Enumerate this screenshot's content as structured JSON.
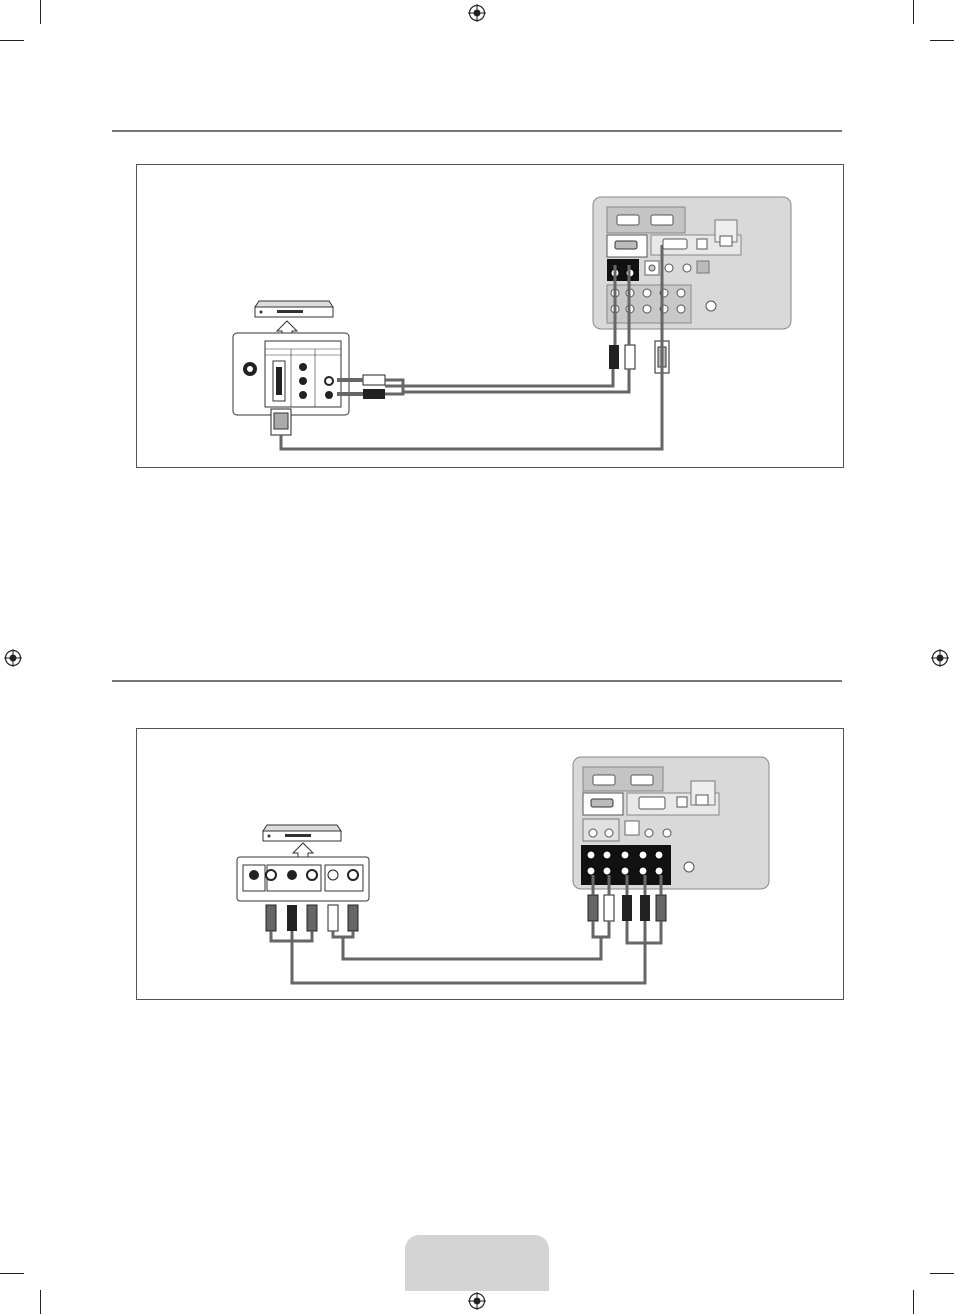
{
  "page": {
    "title": ""
  },
  "diagrams": [
    {
      "id": "dvd-to-tv-hdmi-dvi",
      "device": "dvd-player",
      "cables": [
        "audio-lr",
        "dvi-to-hdmi"
      ]
    },
    {
      "id": "dvd-to-tv-component",
      "device": "dvd-player",
      "cables": [
        "component-video",
        "audio-lr"
      ]
    }
  ],
  "icons": [
    "registration-mark-icon",
    "crop-mark-icon",
    "dvd-player-icon",
    "arrow-up-icon"
  ],
  "colors": {
    "cable": "#666666",
    "panel_fill": "#d9d9d9",
    "rule": "#777777",
    "page_tab": "#d4d4d4"
  }
}
